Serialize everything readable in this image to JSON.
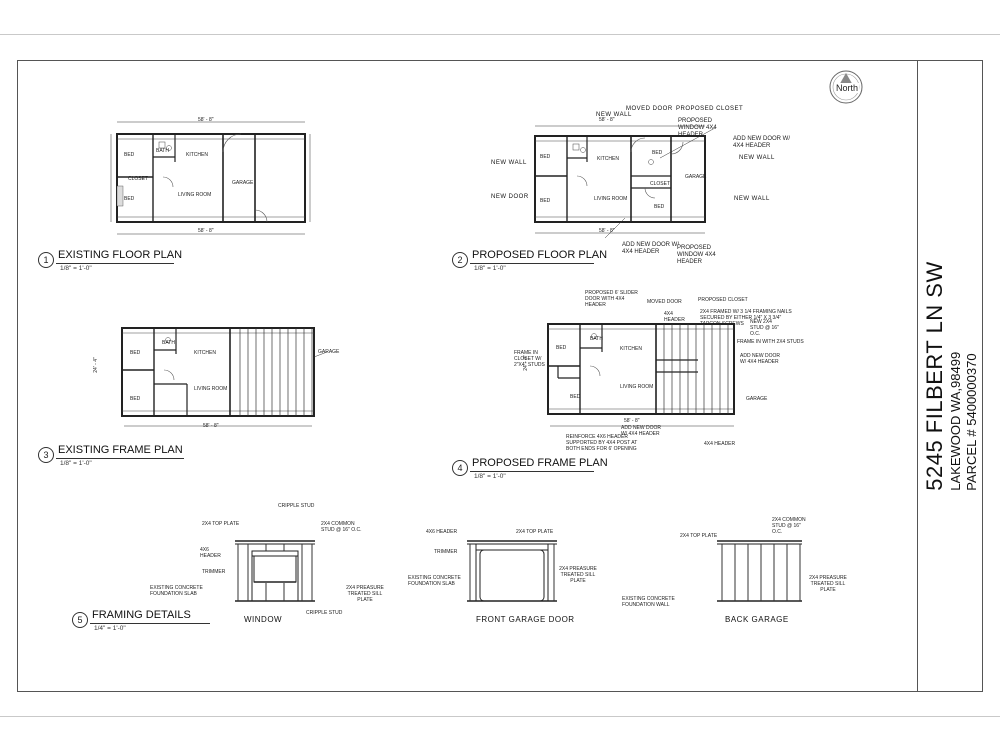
{
  "title_block": {
    "address": "5245 FILBERT LN SW",
    "city": "LAKEWOOD WA,98499",
    "parcel": "PARCEL # 5400000370"
  },
  "north_label": "North",
  "views": [
    {
      "num": "1",
      "name": "EXISTING FLOOR PLAN",
      "scale": "1/8\" = 1'-0\""
    },
    {
      "num": "2",
      "name": "PROPOSED FLOOR PLAN",
      "scale": "1/8\" = 1'-0\""
    },
    {
      "num": "3",
      "name": "EXISTING FRAME PLAN",
      "scale": "1/8\" = 1'-0\""
    },
    {
      "num": "4",
      "name": "PROPOSED FRAME PLAN",
      "scale": "1/8\" = 1'-0\""
    },
    {
      "num": "5",
      "name": "FRAMING DETAILS",
      "scale": "1/4\" = 1'-0\""
    }
  ],
  "dims": {
    "width": "58' - 8\"",
    "depth": "24' - 4\""
  },
  "rooms": {
    "bed": "BED",
    "bath": "BATH",
    "kitchen": "KITCHEN",
    "living": "LIVING ROOM",
    "garage": "GARAGE",
    "closet": "CLOSET"
  },
  "floor_notes": {
    "new_wall": "NEW WALL",
    "moved_door": "MOVED DOOR",
    "proposed_closet": "PROPOSED CLOSET",
    "proposed_window_top": "PROPOSED WINDOW 4X4 HEADER",
    "add_new_door_right": "ADD NEW DOOR W/ 4X4 HEADER",
    "new_door": "NEW DOOR",
    "add_new_door_bottom": "ADD NEW DOOR W/ 4X4 HEADER",
    "proposed_window_bottom": "PROPOSED WINDOW 4X4 HEADER"
  },
  "frame_notes": {
    "slider": "PROPOSED 6' SLIDER DOOR WITH 4X4 HEADER",
    "moved_door": "MOVED DOOR",
    "proposed_closet": "PROPOSED CLOSET",
    "header": "4X4 HEADER",
    "nails": "2X4 FRAMED W/ 3 1/4 FRAMING NAILS SECURED BY EITHER 1/4\" X 3 3/4\" TAPCON SCREWS",
    "new_stud": "NEW 2X4 STUD @ 16\" O.C.",
    "frame_in": "FRAME IN WITH 2X4 STUDS",
    "add_new_door": "ADD NEW DOOR W/ 4X4 HEADER",
    "frame_closet": "FRAME IN CLOSET W/ 2\"X4\" STUDS",
    "reinforce": "REINFORCE 4X6 HEADER SUPPORTED BY 4X4 POST AT BOTH ENDS FOR 6' OPENING",
    "add_new_door_2": "ADD NEW DOOR W/ 4X4 HEADER",
    "header_bottom": "4X4 HEADER"
  },
  "details": {
    "window": {
      "caption": "WINDOW",
      "cripple_top": "CRIPPLE STUD",
      "top_plate": "2X4 TOP PLATE",
      "common_stud": "2X4 COMMON STUD @ 16\" O.C.",
      "header": "4X6 HEADER",
      "trimmer": "TRIMMER",
      "slab": "EXISTING CONCRETE FOUNDATION SLAB",
      "sill": "2X4 PREASURE TREATED SILL PLATE",
      "cripple_bottom": "CRIPPLE STUD"
    },
    "garage_door": {
      "caption": "FRONT GARAGE DOOR",
      "header": "4X6 HEADER",
      "top_plate": "2X4 TOP PLATE",
      "trimmer": "TRIMMER",
      "slab": "EXISTING CONCRETE FOUNDATION SLAB",
      "sill": "2X4 PREASURE TREATED SILL PLATE"
    },
    "back_garage": {
      "caption": "BACK GARAGE",
      "top_plate": "2X4 TOP PLATE",
      "common_stud": "2X4 COMMON STUD @ 16\" O.C.",
      "wall": "EXISTING CONCRETE FOUNDATION WALL",
      "sill": "2X4 PREASURE TREATED SILL PLATE"
    }
  }
}
